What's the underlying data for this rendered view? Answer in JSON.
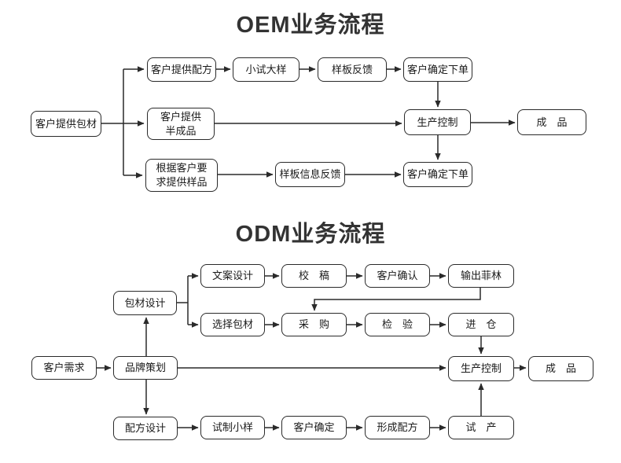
{
  "colors": {
    "background": "#ffffff",
    "line": "#2a2a2a",
    "box_border": "#2a2a2a",
    "text": "#1a1a1a",
    "title_text": "#333333"
  },
  "sections": [
    {
      "id": "oem",
      "title": "OEM业务流程",
      "nodes": [
        {
          "id": "customer-provides-packaging",
          "label": "客户提供包材"
        },
        {
          "id": "customer-provides-formula",
          "label": "客户提供配方"
        },
        {
          "id": "small-trial-sample",
          "label": "小试大样"
        },
        {
          "id": "sample-feedback",
          "label": "样板反馈"
        },
        {
          "id": "customer-confirms-order-top",
          "label": "客户确定下单"
        },
        {
          "id": "customer-provides-semi-finished",
          "label": "客户提供\n半成品"
        },
        {
          "id": "production-control",
          "label": "生产控制"
        },
        {
          "id": "finished-product",
          "label": "成　品"
        },
        {
          "id": "provide-samples-per-customer",
          "label": "根据客户要\n求提供样品"
        },
        {
          "id": "sample-info-feedback",
          "label": "样板信息反馈"
        },
        {
          "id": "customer-confirms-order-bottom",
          "label": "客户确定下单"
        }
      ]
    },
    {
      "id": "odm",
      "title": "ODM业务流程",
      "nodes": [
        {
          "id": "packaging-design",
          "label": "包材设计"
        },
        {
          "id": "copy-design",
          "label": "文案设计"
        },
        {
          "id": "proofreading",
          "label": "校　稿"
        },
        {
          "id": "customer-confirmation",
          "label": "客户确认"
        },
        {
          "id": "film-output",
          "label": "输出菲林"
        },
        {
          "id": "select-packaging",
          "label": "选择包材"
        },
        {
          "id": "purchasing",
          "label": "采　购"
        },
        {
          "id": "inspection",
          "label": "检　验"
        },
        {
          "id": "warehousing",
          "label": "进　仓"
        },
        {
          "id": "customer-needs",
          "label": "客户需求"
        },
        {
          "id": "brand-planning",
          "label": "品牌策划"
        },
        {
          "id": "production-control",
          "label": "生产控制"
        },
        {
          "id": "finished-product",
          "label": "成　品"
        },
        {
          "id": "formula-design",
          "label": "配方设计"
        },
        {
          "id": "trial-small-sample",
          "label": "试制小样"
        },
        {
          "id": "customer-confirm",
          "label": "客户确定"
        },
        {
          "id": "form-formula",
          "label": "形成配方"
        },
        {
          "id": "trial-production",
          "label": "试　产"
        }
      ]
    }
  ]
}
